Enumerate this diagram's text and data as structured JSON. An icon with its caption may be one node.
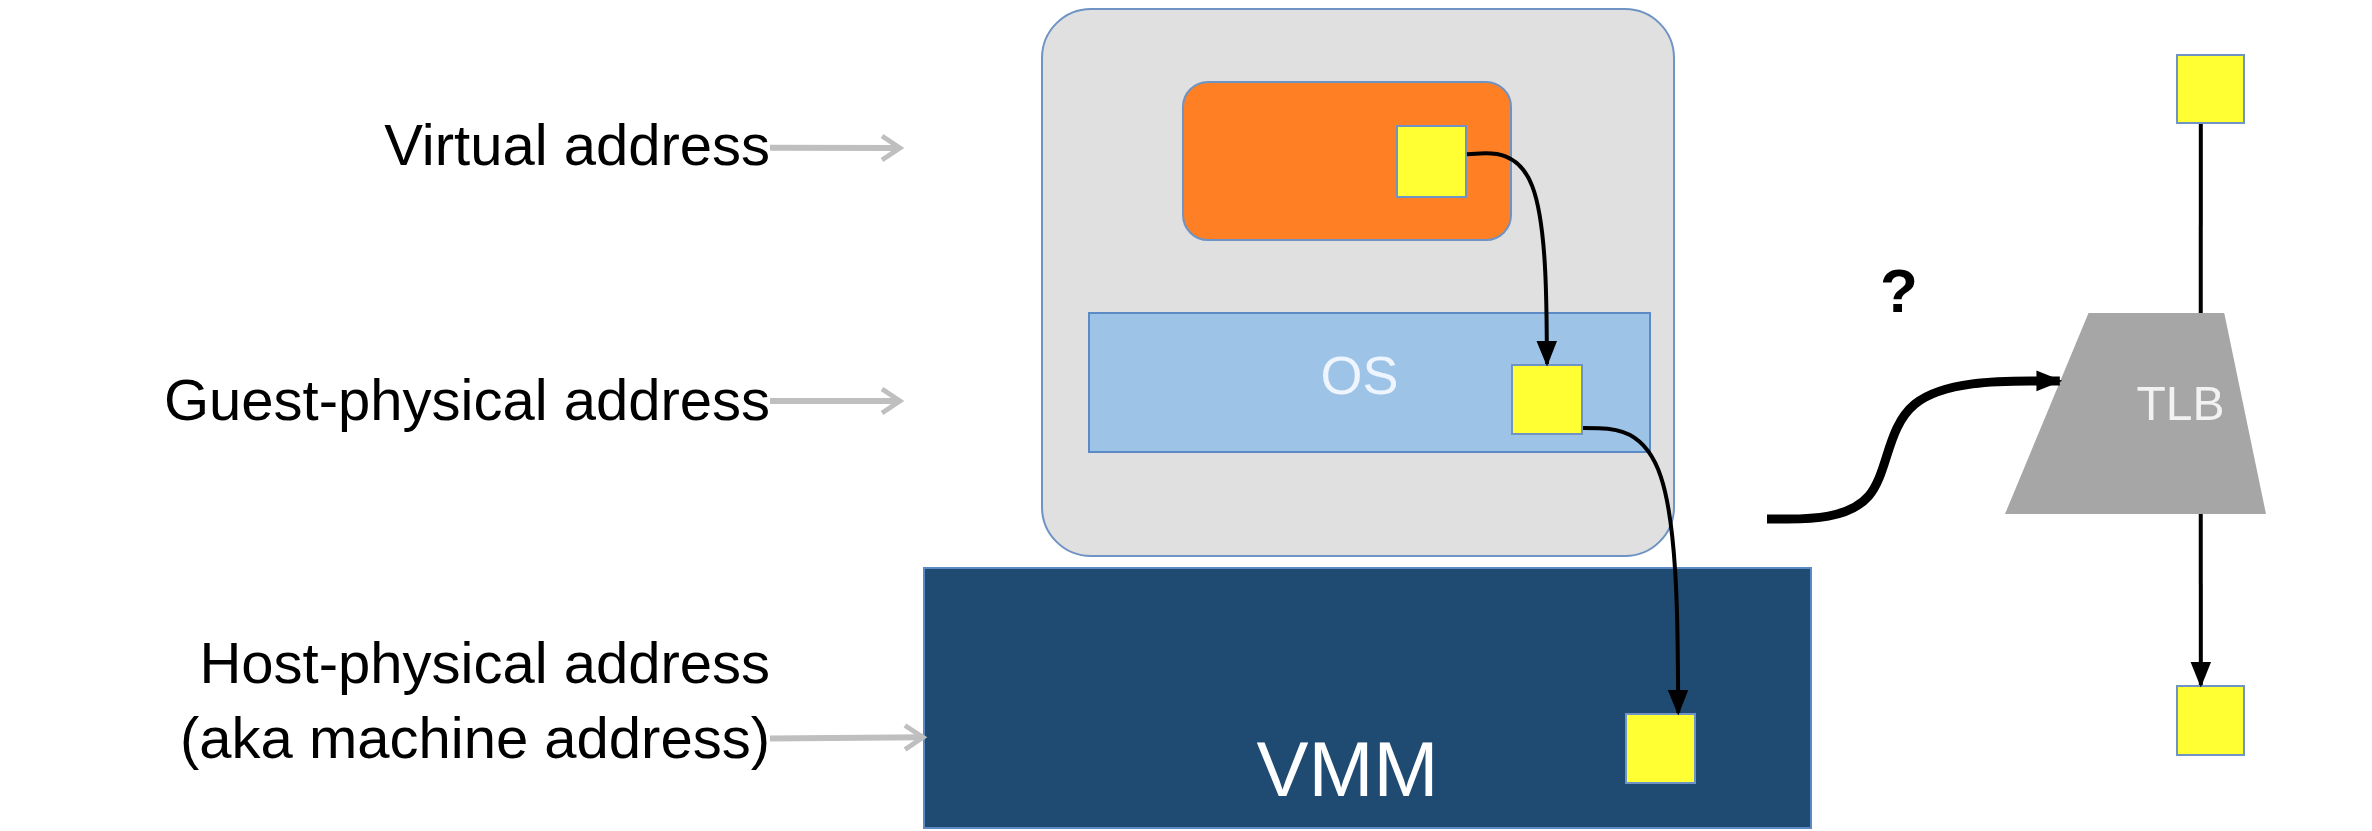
{
  "diagram": {
    "nodes": [
      {
        "text": [
          "Virtual address"
        ]
      },
      {
        "text": [
          "Guest-physical address"
        ]
      },
      {
        "text": [
          "Host-physical address (aka machine address)"
        ]
      },
      {
        "text": [],
        "shape": "box"
      },
      {
        "text": [],
        "shape": "box",
        "in": 3
      },
      {
        "text": [],
        "shape": "box",
        "in": 4
      },
      {
        "text": [
          "OS"
        ],
        "in": 3
      },
      {
        "text": [],
        "shape": "box",
        "in": 6
      },
      {
        "text": [
          "VMM"
        ]
      },
      {
        "text": [],
        "shape": "box",
        "in": 8
      },
      {
        "text": [
          "TLB"
        ]
      },
      {
        "text": [],
        "shape": "box"
      },
      {
        "text": [],
        "shape": "box"
      }
    ],
    "edges": [
      {
        "from": 0,
        "to": null,
        "arrow": "to",
        "color": "#bfbfbf"
      },
      {
        "from": 1,
        "to": null,
        "arrow": "to",
        "color": "#bfbfbf"
      },
      {
        "from": 2,
        "to": 8,
        "arrow": "to",
        "color": "#bfbfbf"
      },
      {
        "from": 5,
        "to": 7,
        "arrow": "to"
      },
      {
        "from": 7,
        "to": 9,
        "arrow": "to"
      },
      {
        "from": null,
        "to": 10,
        "arrow": "to",
        "style": "thick"
      },
      {
        "from": 11,
        "to": 10,
        "arrow": "none"
      },
      {
        "from": 10,
        "to": 12,
        "arrow": "to"
      }
    ],
    "labels": [
      "?"
    ]
  }
}
